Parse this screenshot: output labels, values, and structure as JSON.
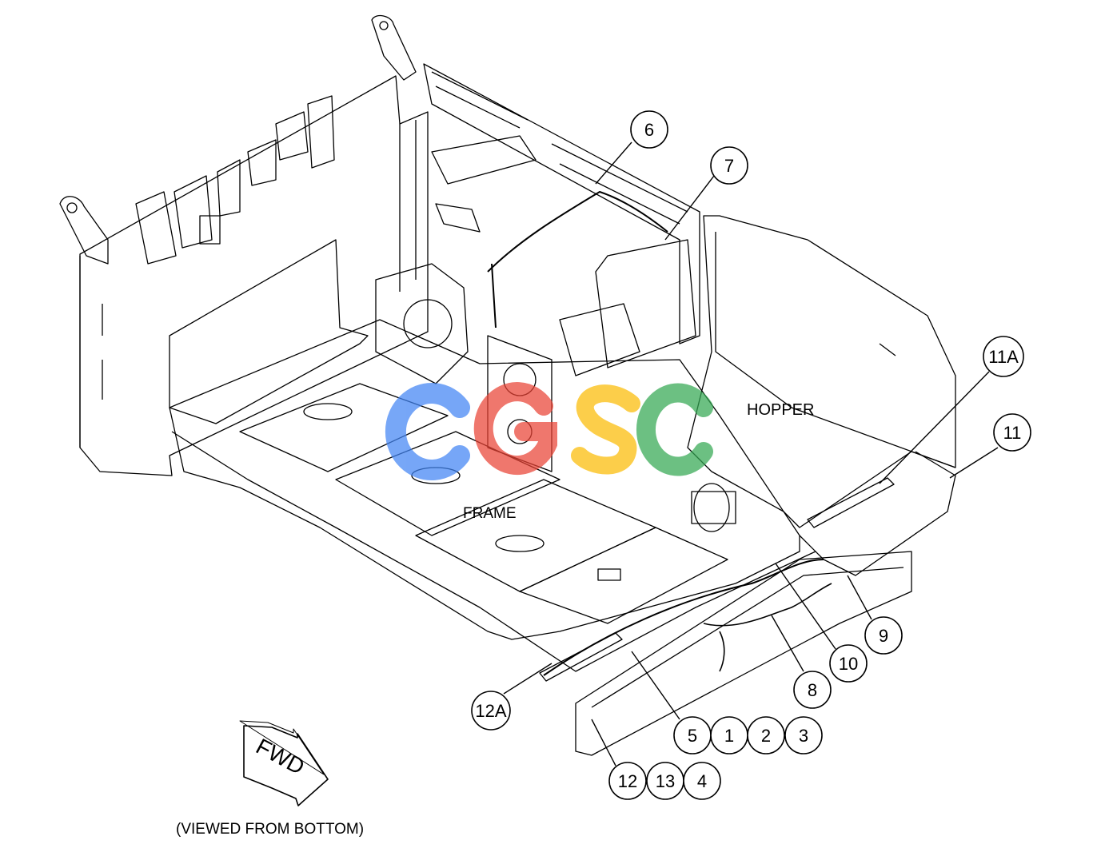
{
  "labels": {
    "hopper": "HOPPER",
    "frame": "FRAME",
    "viewed": "(VIEWED FROM BOTTOM)",
    "fwd": "FWD",
    "watermark": "CGSC"
  },
  "callouts": [
    "6",
    "7",
    "11A",
    "11",
    "9",
    "10",
    "8",
    "12A",
    "5",
    "1",
    "2",
    "3",
    "12",
    "13",
    "4"
  ],
  "colors": {
    "line": "#000000",
    "watermark_blue": "#4285f4",
    "watermark_red": "#ea4335",
    "watermark_yellow": "#fbbc05",
    "watermark_green": "#34a853"
  }
}
